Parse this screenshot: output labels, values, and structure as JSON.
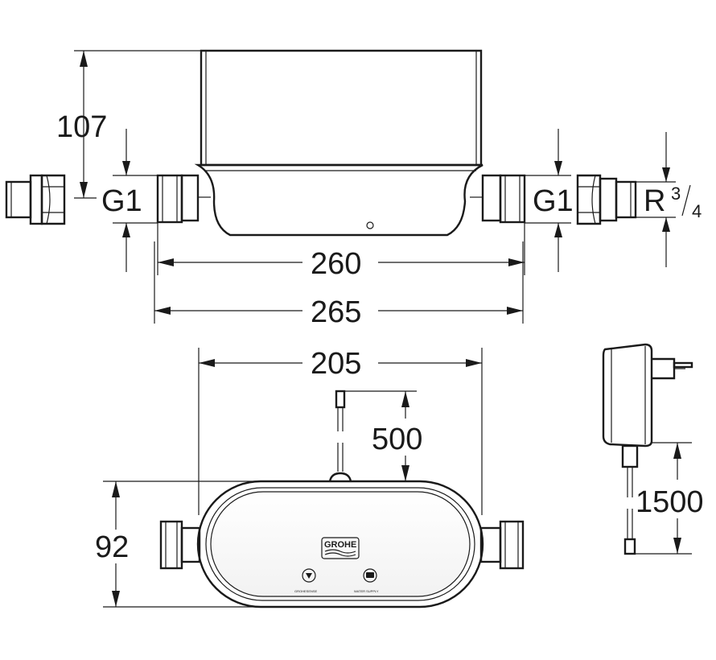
{
  "dimensions": {
    "height_top": "107",
    "thread_left": "G1",
    "thread_right": "G1",
    "thread_outlet_prefix": "R",
    "thread_outlet_num": "3",
    "thread_outlet_den": "4",
    "width_inner": "260",
    "width_outer": "265",
    "width_body": "205",
    "cable_short": "500",
    "height_body": "92",
    "cable_long": "1500"
  },
  "device": {
    "logo": "GROHE",
    "button_left_caption": "GROHESENSE",
    "button_right_caption": "WATER SUPPLY"
  },
  "colors": {
    "line": "#1a1a1a",
    "background": "#ffffff"
  }
}
